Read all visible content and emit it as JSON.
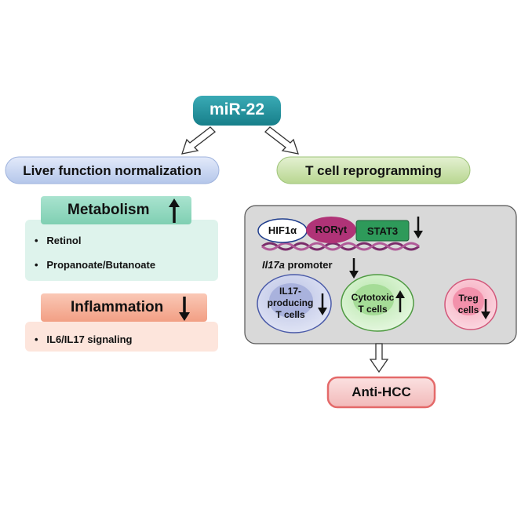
{
  "mir": {
    "label": "miR-22"
  },
  "left": {
    "title": "Liver function normalization",
    "metabolism": {
      "label": "Metabolism",
      "arrow": "up",
      "items": [
        "Retinol",
        "Propanoate/Butanoate"
      ]
    },
    "inflammation": {
      "label": "Inflammation",
      "arrow": "down",
      "items": [
        "IL6/IL17 signaling"
      ]
    }
  },
  "right": {
    "title": "T cell reprogramming",
    "factors": {
      "hif": "HIF1α",
      "ror": "RORγt",
      "stat": "STAT3"
    },
    "promoter": {
      "gene": "Il17a",
      "suffix": " promoter"
    },
    "cells": {
      "il17": {
        "line1": "IL17-",
        "line2": "producing",
        "line3": "T cells",
        "arrow": "down"
      },
      "cyto": {
        "line1": "Cytotoxic",
        "line2": "T cells",
        "arrow": "up"
      },
      "treg": {
        "line1": "Treg",
        "line2": "cells",
        "arrow": "down"
      }
    },
    "outcome": "Anti-HCC"
  },
  "colors": {
    "mir": "#1f8f9b",
    "left_title": "#c9d6f0",
    "right_title": "#c8dfa8",
    "metabolism": "#8fd8bf",
    "metabolism_box": "#dff3ec",
    "inflammation": "#f6b39c",
    "inflammation_box": "#fde6dd",
    "panel": "#d9d9d9",
    "ror": "#b03377",
    "stat": "#2e9a5a",
    "dna": "#8e2b6e",
    "il17_cell": "#c6cdea",
    "cyto_cell": "#c6ecbd",
    "treg_cell": "#f6b8c8",
    "anti_hcc": "#e46a6a"
  }
}
